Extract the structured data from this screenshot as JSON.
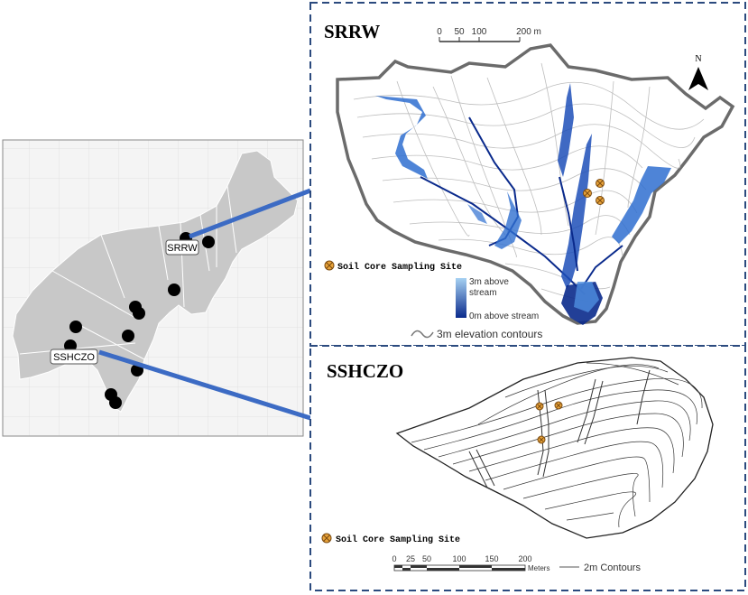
{
  "overview_map": {
    "labels": {
      "srrw": "SRRW",
      "sshczo": "SSHCZO"
    }
  },
  "srrw_panel": {
    "title": "SRRW",
    "scale_ticks": [
      "0",
      "50",
      "100",
      "200 m"
    ],
    "north_label": "N",
    "legend_site": "Soil Core Sampling Site",
    "colorbar_top": "3m above stream",
    "colorbar_top_line1": "3m above",
    "colorbar_top_line2": "stream",
    "colorbar_bottom": "0m above stream",
    "contours_label": "3m elevation contours",
    "colors": {
      "stream_high": "#a6d1f2",
      "stream_low": "#0a2a8c",
      "site": "#e8a33a",
      "outline": "#6b6b6b"
    }
  },
  "sshczo_panel": {
    "title": "SSHCZO",
    "legend_site": "Soil Core Sampling Site",
    "scale_ticks": [
      "0",
      "25",
      "50",
      "100",
      "150",
      "200"
    ],
    "scale_unit": "Meters",
    "contours_label": "2m Contours"
  },
  "colors": {
    "connector": "#3c6bc4",
    "frame": "#2b4a7e",
    "land": "#c8c8c8"
  }
}
